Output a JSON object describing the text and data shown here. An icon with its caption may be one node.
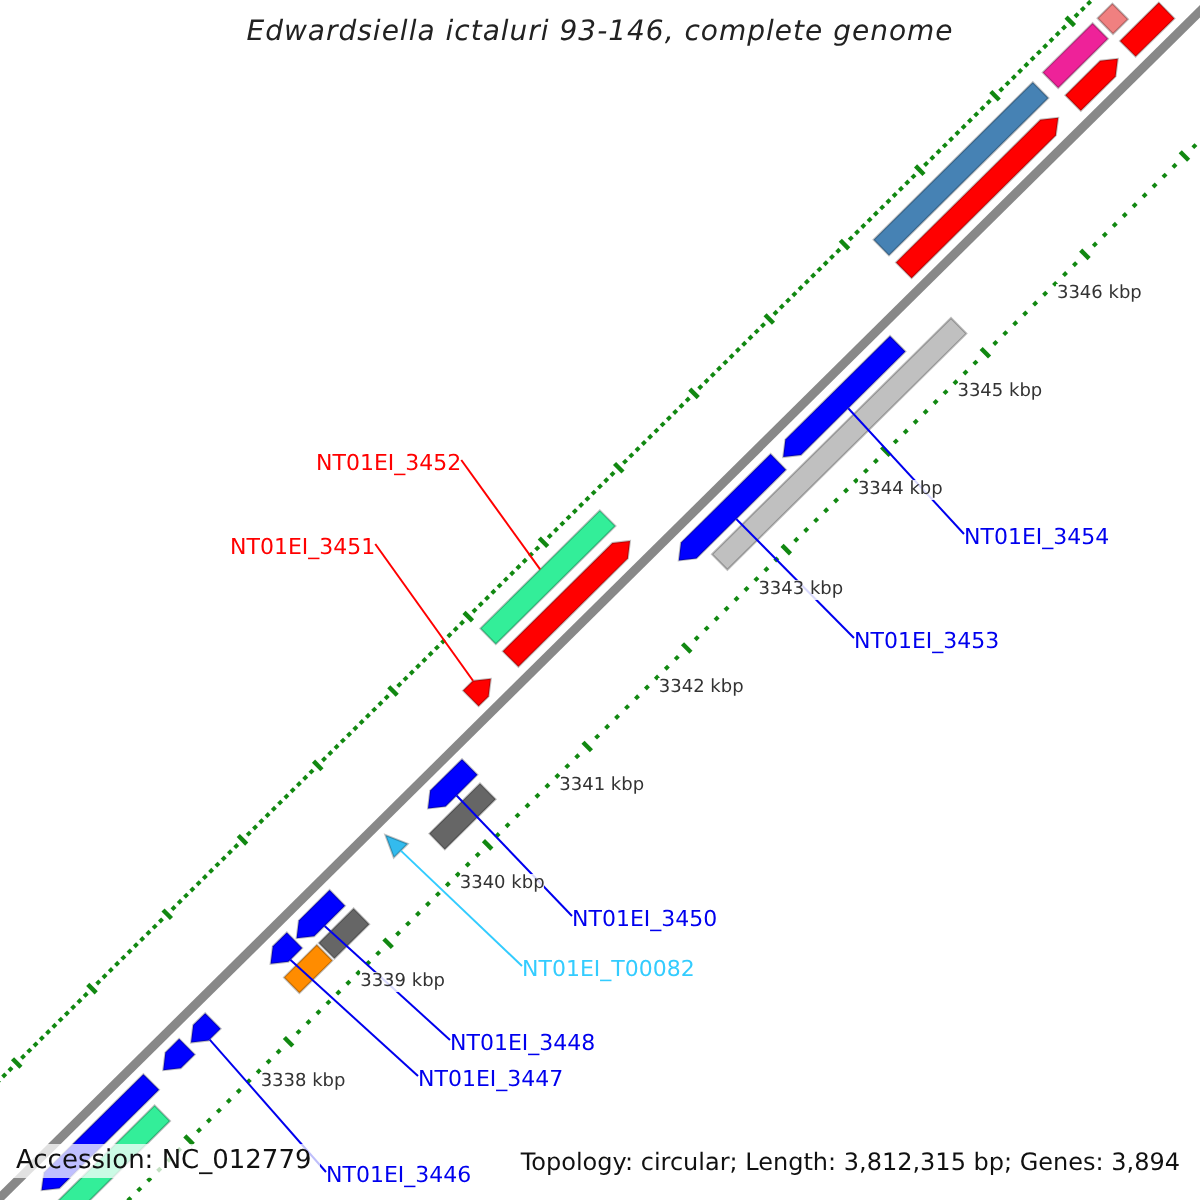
{
  "diagram": {
    "title": "Edwardsiella ictaluri 93-146, complete genome",
    "nodes": [
      {
        "text": [
          "NT01EI_3452"
        ]
      },
      {
        "text": [
          "NT01EI_3451"
        ]
      },
      {
        "text": [
          "NT01EI_3454"
        ]
      },
      {
        "text": [
          "NT01EI_3453"
        ]
      },
      {
        "text": [
          "NT01EI_3450"
        ]
      },
      {
        "text": [
          "NT01EI_T00082"
        ]
      },
      {
        "text": [
          "NT01EI_3448"
        ]
      },
      {
        "text": [
          "NT01EI_3447"
        ]
      },
      {
        "text": [
          "NT01EI_3446"
        ]
      },
      {
        "text": [],
        "shape": "bar"
      },
      {
        "text": [],
        "shape": "bar"
      },
      {
        "text": [],
        "shape": "bar"
      },
      {
        "text": [],
        "shape": "arrow"
      },
      {
        "text": [],
        "shape": "bar"
      },
      {
        "text": [],
        "shape": "arrow"
      },
      {
        "text": [],
        "shape": "arrow"
      },
      {
        "text": [],
        "shape": "bar"
      },
      {
        "text": [],
        "shape": "arrow"
      },
      {
        "text": [],
        "shape": "bar"
      },
      {
        "text": [],
        "shape": "arrow"
      },
      {
        "text": [],
        "shape": "arrow"
      },
      {
        "text": [],
        "shape": "arrow"
      },
      {
        "text": [],
        "shape": "bar"
      },
      {
        "text": [],
        "shape": "triangle"
      },
      {
        "text": [],
        "shape": "arrow"
      },
      {
        "text": [],
        "shape": "bar"
      },
      {
        "text": [],
        "shape": "arrow"
      },
      {
        "text": [],
        "shape": "bar"
      },
      {
        "text": [],
        "shape": "arrow"
      },
      {
        "text": [],
        "shape": "arrow"
      },
      {
        "text": [],
        "shape": "arrow"
      },
      {
        "text": [],
        "shape": "bar"
      }
    ],
    "edges": [
      {
        "from": 0,
        "to": 18,
        "arrow": "none",
        "color": "#ff0000"
      },
      {
        "from": 1,
        "to": 20,
        "arrow": "none",
        "color": "#ff0000"
      },
      {
        "from": 2,
        "to": 15,
        "arrow": "none"
      },
      {
        "from": 3,
        "to": 17,
        "arrow": "none"
      },
      {
        "from": 4,
        "to": 21,
        "arrow": "none"
      },
      {
        "from": 5,
        "to": 23,
        "arrow": "none",
        "color": "#33ccff"
      },
      {
        "from": 6,
        "to": 24,
        "arrow": "none"
      },
      {
        "from": 7,
        "to": 26,
        "arrow": "none"
      },
      {
        "from": 8,
        "to": 28,
        "arrow": "none"
      }
    ],
    "labels": [
      "3338 kbp",
      "3339 kbp",
      "3340 kbp",
      "3341 kbp",
      "3342 kbp",
      "3343 kbp",
      "3344 kbp",
      "3345 kbp",
      "3346 kbp",
      "Accession: NC_012779",
      "Topology: circular; Length: 3,812,315 bp; Genes: 3,894"
    ]
  }
}
